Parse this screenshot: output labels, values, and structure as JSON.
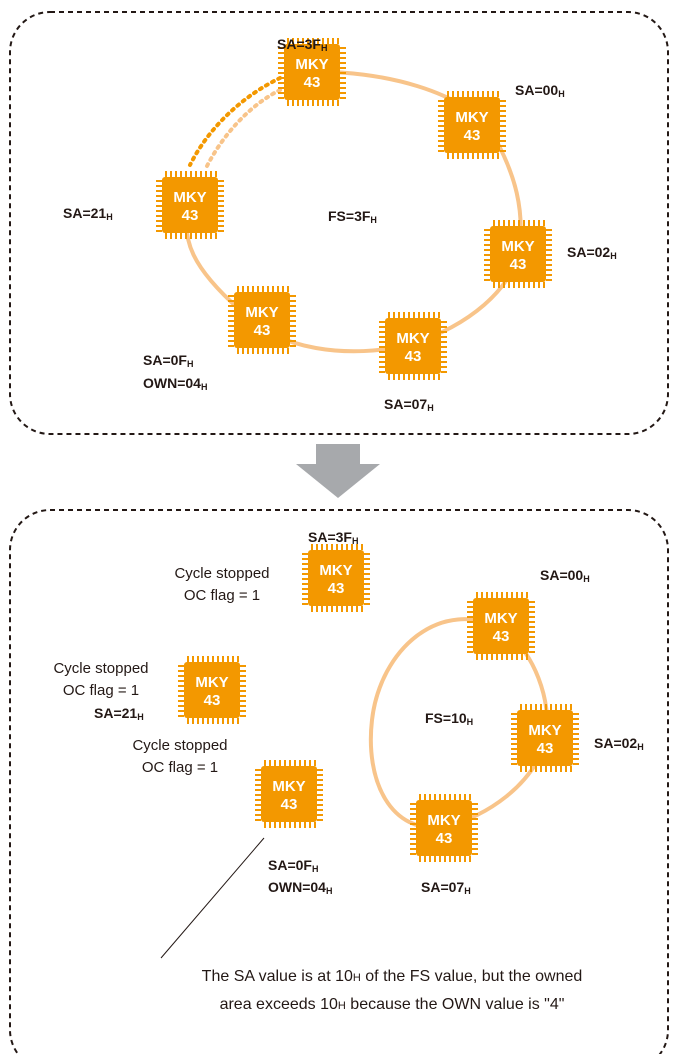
{
  "colors": {
    "chip_orange": "#F39800",
    "ring_orange": "#F8C48A",
    "arrow_gray": "#A7A9AC",
    "text": "#231815"
  },
  "icons": {
    "chip": "mky43-chip-icon",
    "transition": "down-arrow-icon"
  },
  "chip": {
    "line1": "MKY",
    "line2": "43"
  },
  "top_panel": {
    "fs_label": "FS=3F",
    "fs_sub": "H",
    "nodes": [
      {
        "name": "node-sa-3f",
        "label": "SA=3F",
        "sub": "H"
      },
      {
        "name": "node-sa-00",
        "label": "SA=00",
        "sub": "H"
      },
      {
        "name": "node-sa-02",
        "label": "SA=02",
        "sub": "H"
      },
      {
        "name": "node-sa-07",
        "label": "SA=07",
        "sub": "H"
      },
      {
        "name": "node-sa-0f",
        "label": "SA=0F",
        "sub": "H",
        "own": "OWN=04",
        "own_sub": "H"
      },
      {
        "name": "node-sa-21",
        "label": "SA=21",
        "sub": "H"
      }
    ]
  },
  "bottom_panel": {
    "fs_label": "FS=10",
    "fs_sub": "H",
    "nodes": [
      {
        "name": "node-sa-3f",
        "label": "SA=3F",
        "sub": "H",
        "status1": "Cycle stopped",
        "status2": "OC flag = 1"
      },
      {
        "name": "node-sa-21",
        "label": "SA=21",
        "sub": "H",
        "status1": "Cycle stopped",
        "status2": "OC flag = 1"
      },
      {
        "name": "node-sa-0f",
        "label": "SA=0F",
        "sub": "H",
        "own": "OWN=04",
        "own_sub": "H",
        "status1": "Cycle stopped",
        "status2": "OC flag = 1"
      },
      {
        "name": "node-sa-00",
        "label": "SA=00",
        "sub": "H"
      },
      {
        "name": "node-sa-02",
        "label": "SA=02",
        "sub": "H"
      },
      {
        "name": "node-sa-07",
        "label": "SA=07",
        "sub": "H"
      }
    ],
    "note_line1a": "The SA value is at 10",
    "note_line1_sub": "H",
    "note_line1b": " of the FS value, but the owned",
    "note_line2a": "area exceeds 10",
    "note_line2_sub": "H",
    "note_line2b": " because the OWN value is \"4\""
  }
}
